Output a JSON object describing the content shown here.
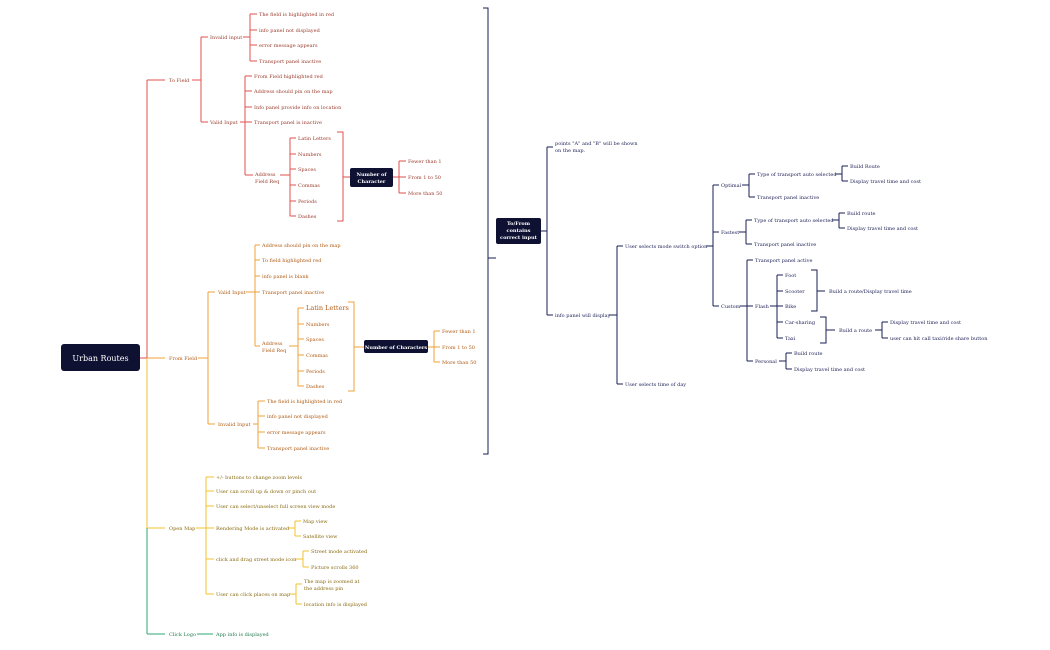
{
  "root": "Urban Routes",
  "center_box": [
    "To/From",
    "contains",
    "correct input"
  ],
  "to_field": {
    "label": "To Field",
    "invalid_label": "Invalid input",
    "invalid_items": [
      "The field is highlighted in red",
      "info panel not displayed",
      "error message appears",
      "Transport panel inactive"
    ],
    "valid_label": "Valid Input",
    "valid_items": [
      "From Field highlighted red",
      "Address should pin on the map",
      "Info panel provide info on location",
      "Transport panel is inactive"
    ],
    "address_req": [
      "Address",
      "Field Req"
    ],
    "chars": [
      "Latin Letters",
      "Numbers",
      "Spaces",
      "Commas",
      "Periods",
      "Dashes"
    ],
    "number_box": [
      "Number of",
      "Character"
    ],
    "counts": [
      "Fewer than 1",
      "From 1 to 50",
      "More than 50"
    ]
  },
  "from_field": {
    "label": "From Field",
    "valid_label": "Valid Input",
    "valid_items": [
      "Address should pin on the map",
      "To field highlighted red",
      "info panel is blank",
      "Transport panel inactive"
    ],
    "address_req": [
      "Address",
      "Field Req"
    ],
    "chars": [
      "Latin Letters",
      "Numbers",
      "Spaces",
      "Commas",
      "Periods",
      "Dashes"
    ],
    "number_box": "Number of Characters",
    "counts": [
      "Fewer than 1",
      "From 1 to 50",
      "More than 50"
    ],
    "invalid_label": "Invalid Input",
    "invalid_items": [
      "The field is highlighted in red",
      "info panel not displayed",
      "error message appears",
      "Transport panel inactive"
    ]
  },
  "open_map": {
    "label": "Open Map",
    "items": [
      "+/- buttons to change zoom levels",
      "User can scroll up & down or pinch out",
      "User can select/unselect full screen view mode"
    ],
    "rendering": "Rendering Mode is activated",
    "rendering_items": [
      "Map view",
      "Satellite view"
    ],
    "street": "click and drag street mode icon",
    "street_items": [
      "Street mode activated",
      "Picture scrolls 360"
    ],
    "places": "User can click places on map",
    "places_items": [
      "The map is zoomed at",
      "the address pin",
      "location info is displayed"
    ]
  },
  "click_logo": {
    "label": "Click Logo",
    "item": "App info is displayed"
  },
  "right": {
    "points": [
      "points \"A\" and \"B\" will be shown",
      "on the map."
    ],
    "info_panel": "info panel will display",
    "mode_switch": "User selects mode switch option",
    "time_of_day": "User selects time of day",
    "optimal": "Optimal",
    "optimal_items": [
      "Type of transport auto selected",
      "Transport panel inactive"
    ],
    "optimal_sub": [
      "Build Route",
      "Display travel time and cost"
    ],
    "fastest": "Fastest",
    "fastest_items": [
      "Type of transport auto selected",
      "Transport panel inactive"
    ],
    "fastest_sub": [
      "Build route",
      "Display travel time and cost"
    ],
    "custom": "Custom",
    "transport_active": "Transport panel active",
    "flash": "Flash",
    "flash_items": [
      "Foot",
      "Scooter",
      "Bike",
      "Car-sharing",
      "Taxi"
    ],
    "build_display": "Build a route/Display travel time",
    "build_route": "Build a route",
    "build_route_items": [
      "Display travel time and cost",
      "user can hit call taxi/ride share button"
    ],
    "personal": "Personal",
    "personal_items": [
      "Build route",
      "Display travel time and cost"
    ]
  },
  "colors": {
    "to": "#e0524f",
    "from": "#f0a13a",
    "map": "#f2c12e",
    "logo": "#2ba86d",
    "nav": "#0f1133",
    "line": "#1a1f55"
  }
}
